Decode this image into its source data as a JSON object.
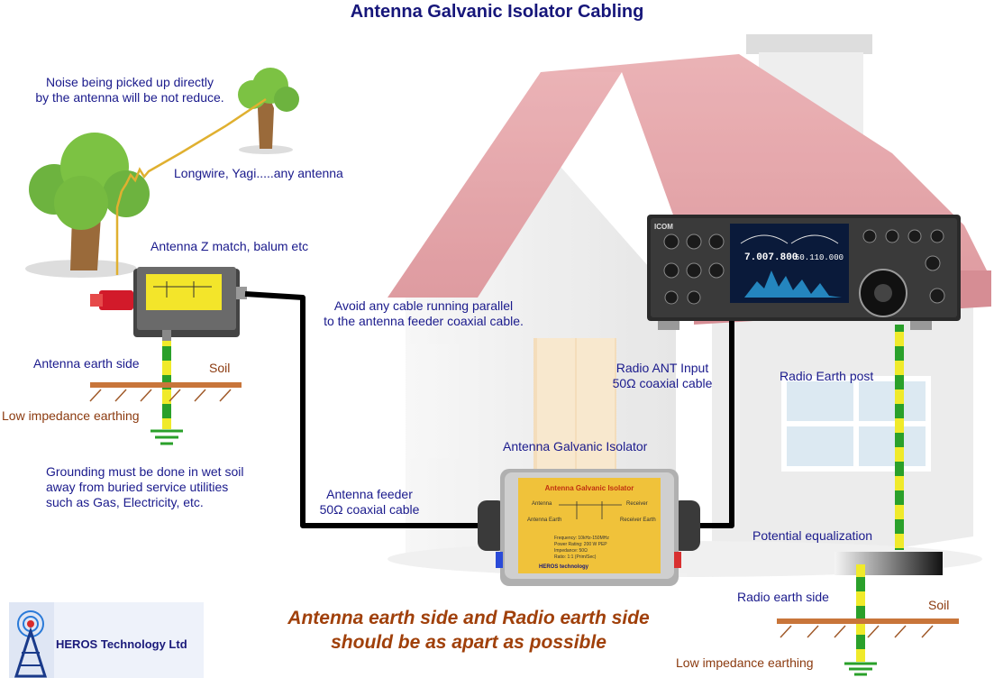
{
  "title": "Antenna Galvanic Isolator Cabling",
  "labels": {
    "noise_line1": "Noise being picked up directly",
    "noise_line2": "by the antenna will be not reduce.",
    "antenna_types": "Longwire, Yagi.....any antenna",
    "z_match": "Antenna Z match, balum etc",
    "avoid_line1": "Avoid any cable running parallel",
    "avoid_line2": "to the antenna feeder coaxial cable.",
    "antenna_earth_side": "Antenna earth side",
    "soil_left": "Soil",
    "low_imp_left": "Low impedance earthing",
    "grounding_line1": "Grounding must be done in wet soil",
    "grounding_line2": "away from buried service utilities",
    "grounding_line3": "such as Gas, Electricity, etc.",
    "radio_ant_line1": "Radio ANT Input",
    "radio_ant_line2": "50Ω coaxial cable",
    "radio_earth_post": "Radio Earth post",
    "galvanic_isolator": "Antenna Galvanic Isolator",
    "feeder_line1": "Antenna feeder",
    "feeder_line2": "50Ω coaxial cable",
    "potential_eq": "Potential equalization",
    "radio_earth_side": "Radio earth side",
    "soil_right": "Soil",
    "low_imp_right": "Low impedance earthing"
  },
  "warning": {
    "line1": "Antenna earth side and Radio earth side",
    "line2": "should be as apart as possible"
  },
  "logo": {
    "name": "HEROS Technology Ltd"
  },
  "isolator_plate": {
    "title": "Antenna Galvanic Isolator",
    "antenna": "Antenna",
    "receiver": "Receiver",
    "antenna_earth": "Antenna Earth",
    "receiver_earth": "Receiver Earth",
    "spec1": "Frequency: 10kHz-150MHz",
    "spec2": "Power Rating: 200 W PEP",
    "spec3": "Impedance: 50Ω",
    "spec4": "Ratio: 1:1 (Prim/Sec)",
    "brand": "HEROS technology"
  },
  "radio": {
    "brand": "ICOM",
    "freq_a": "7.007.800",
    "freq_b": "50.110.000"
  },
  "colors": {
    "title": "#16167a",
    "label": "#1a1a8c",
    "warning": "#a0400a",
    "earth_stripe_green": "#2aa02a",
    "earth_stripe_yellow": "#f0ea2a",
    "soil": "#c8753a",
    "cable": "#000000",
    "wire": "#e0b030"
  }
}
